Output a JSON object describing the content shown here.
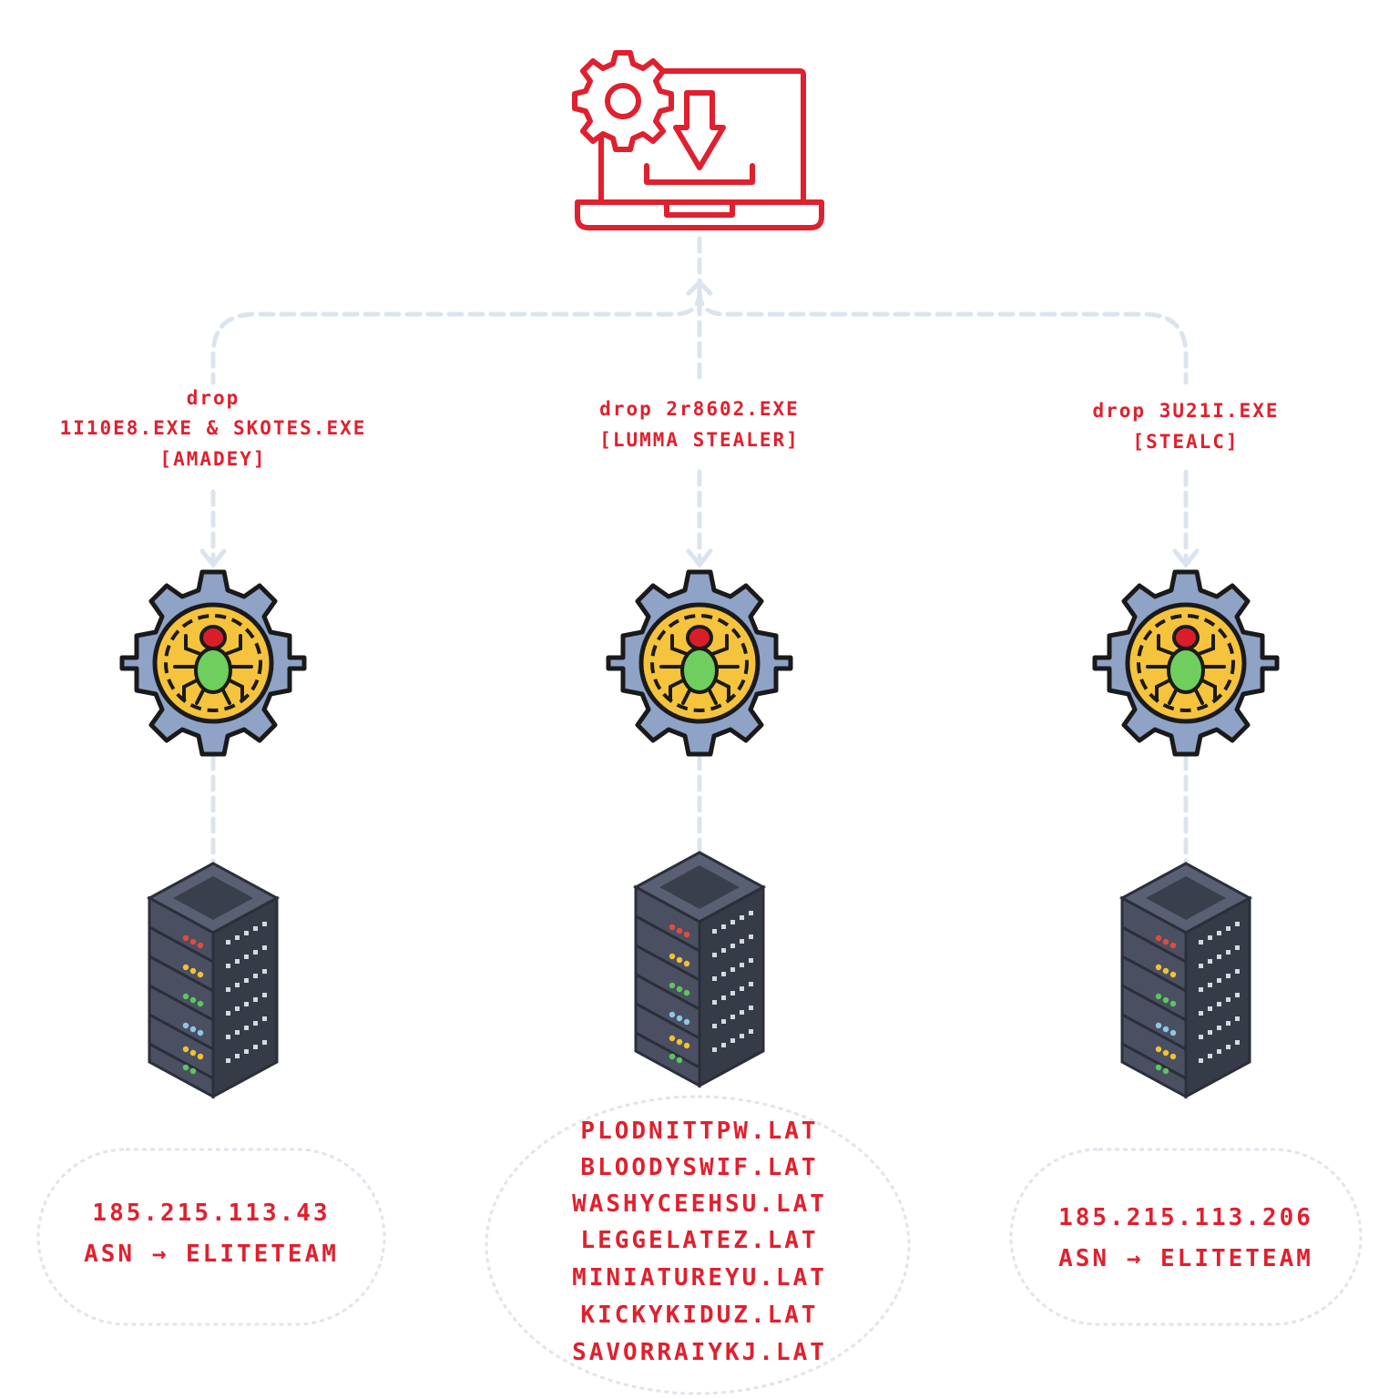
{
  "branches": [
    {
      "label_lines": [
        "drop",
        "1I10E8.EXE & SKOTES.EXE",
        "[AMADEY]"
      ],
      "result_lines": [
        "185.215.113.43",
        "ASN → ELITETEAM"
      ]
    },
    {
      "label_lines": [
        "drop 2r8602.EXE",
        "[LUMMA STEALER]"
      ],
      "result_lines": [
        "PLODNITTPW.LAT",
        "BLOODYSWIF.LAT",
        "WASHYCEEHSU.LAT",
        "LEGGELATEZ.LAT",
        "MINIATUREYU.LAT",
        "KICKYKIDUZ.LAT",
        "SAVORRAIYKJ.LAT"
      ]
    },
    {
      "label_lines": [
        "drop 3U21I.EXE",
        "[STEALC]"
      ],
      "result_lines": [
        "185.215.113.206",
        "ASN → ELITETEAM"
      ]
    }
  ],
  "icons": {
    "root": "laptop-download-icon",
    "malware": "malware-bug-gear-icon",
    "server": "server-rack-icon"
  },
  "colors": {
    "accent_red": "#e0202e",
    "connector": "#dbe4ee",
    "gear_blue": "#8fa3c7",
    "gear_yellow": "#f6c33c",
    "bug_green": "#6fcf5e",
    "server_dark": "#464c5e"
  }
}
